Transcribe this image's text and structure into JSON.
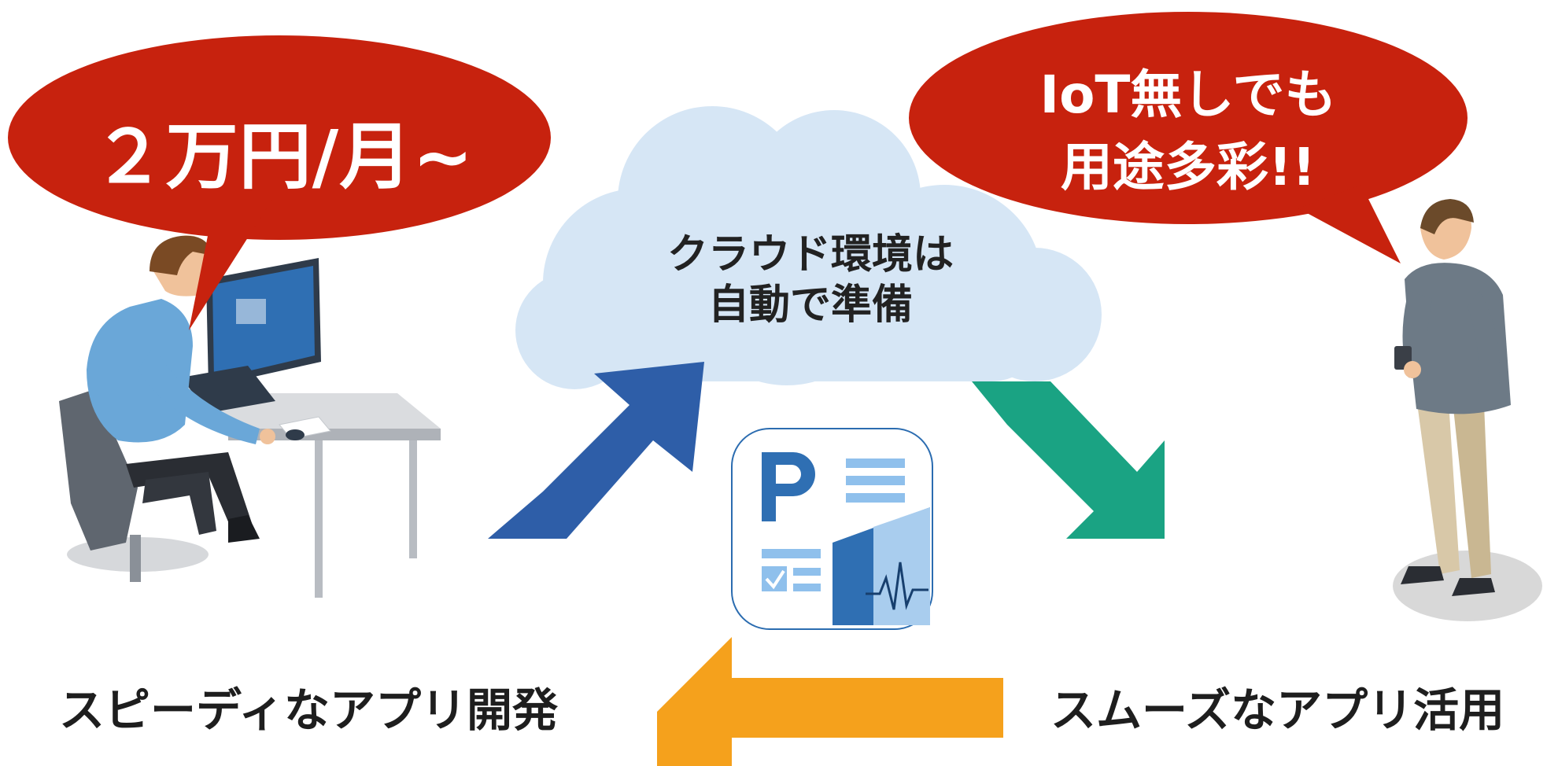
{
  "bubbles": {
    "price": "２万円/月~",
    "iot_line1": "IoT無しでも",
    "iot_line2": "用途多彩!!"
  },
  "cloud": {
    "line1": "クラウド環境は",
    "line2": "自動で準備"
  },
  "captions": {
    "left": "スピーディなアプリ開発",
    "right": "スムーズなアプリ活用"
  },
  "colors": {
    "bubble": "#c7220e",
    "cloud": "#d6e6f5",
    "arrow_blue": "#2e5ea8",
    "arrow_green": "#1aa383",
    "arrow_orange": "#f5a11c",
    "app_icon_blue": "#2b6cb0"
  },
  "icons": [
    "developer-at-desk-icon",
    "standing-user-with-phone-icon",
    "app-logo-icon"
  ]
}
